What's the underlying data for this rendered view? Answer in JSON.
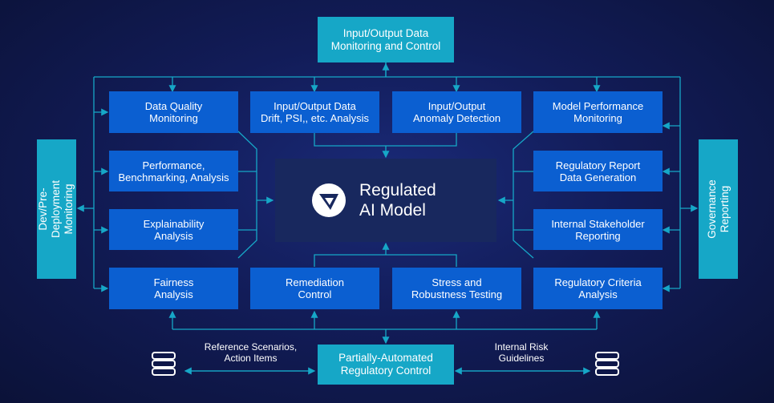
{
  "top_box": "Input/Output Data\nMonitoring and Control",
  "left_side": "Dev/Pre-Deployment\nMonitoring",
  "right_side": "Governance\nReporting",
  "center_title": "Regulated\nAI Model",
  "top_row": [
    "Data Quality\nMonitoring",
    "Input/Output Data\nDrift, PSI,, etc. Analysis",
    "Input/Output\nAnomaly Detection",
    "Model Performance\nMonitoring"
  ],
  "left_col": [
    "Performance,\nBenchmarking, Analysis",
    "Explainability\nAnalysis"
  ],
  "right_col": [
    "Regulatory Report\nData Generation",
    "Internal Stakeholder\nReporting"
  ],
  "bottom_row": [
    "Fairness\nAnalysis",
    "Remediation\nControl",
    "Stress and\nRobustness Testing",
    "Regulatory Criteria\nAnalysis"
  ],
  "bottom_box": "Partially-Automated\nRegulatory Control",
  "left_note": "Reference Scenarios,\nAction Items",
  "right_note": "Internal Risk\nGuidelines",
  "colors": {
    "box": "#0b5fd1",
    "teal": "#16a7c7",
    "line": "#16a7c7",
    "center": "#18285e"
  },
  "icons": {
    "logo": "v-logo-icon",
    "database": "database-icon"
  }
}
